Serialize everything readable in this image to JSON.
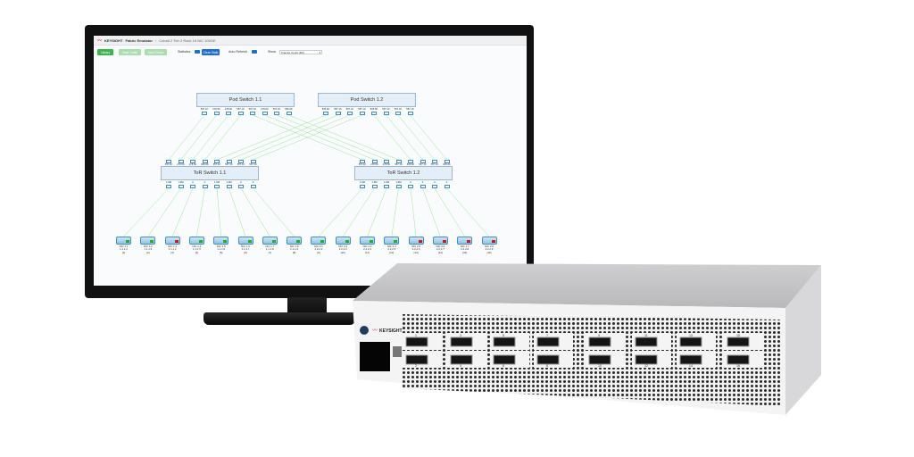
{
  "app": {
    "brand": "KEYSIGHT",
    "title": "Fabric Emulator",
    "breadcrumb": "Cobalt 2 Tier 2 Rack 16 NIC 100GE"
  },
  "toolbar": {
    "library": "Library",
    "start_traffic": "Start Traffic",
    "start_chaos": "Start Chaos",
    "statistics": "Statistics",
    "clear_stats": "Clear Stats",
    "auto_refresh": "Auto Refresh",
    "show": "Show",
    "show_value": "Frames Count (RX)"
  },
  "colors": {
    "accent": "#1e6fd0",
    "ok": "#1fb31f",
    "error": "#e0101a",
    "link": "#9be39b",
    "brand": "#e0102a"
  },
  "pods": [
    {
      "name": "Pod Switch 1.1",
      "ports": [
        "557.1K",
        "278.6K",
        "278.6K",
        "557.1K",
        "557.1K",
        "278.6K",
        "557.1K",
        "835.6K"
      ]
    },
    {
      "name": "Pod Switch 1.2",
      "ports": [
        "835.6K",
        "557.1K",
        "557.1K",
        "557.1K",
        "835.6K",
        "557.1K",
        "557.1K",
        "557.1K"
      ]
    }
  ],
  "tors": [
    {
      "name": "ToR Switch 1.1",
      "up": [
        "557.1K",
        "278.5K",
        "278.5K",
        "835.6K",
        "557.1K",
        "557.1K",
        "557.1K",
        "557.1K"
      ],
      "down": [
        "1.9M",
        "1.9M",
        "0",
        "0",
        "1.9M",
        "1.9M",
        "0",
        "0"
      ]
    },
    {
      "name": "ToR Switch 1.2",
      "up": [
        "557.1K",
        "278.5K",
        "278.5K",
        "557.1K",
        "835.6K",
        "557.1K",
        "557.1K",
        "835.6K"
      ],
      "down": [
        "1.9M",
        "1.9M",
        "1.9M",
        "1.9M",
        "0",
        "0",
        "0",
        "0"
      ]
    }
  ],
  "nics": [
    {
      "name": "NIC 1.1",
      "ip": "1.1.1.2",
      "idx": "[1]",
      "status": "ok"
    },
    {
      "name": "NIC 1.2",
      "ip": "1.1.1.3",
      "idx": "[2]",
      "status": "ok"
    },
    {
      "name": "NIC 1.3",
      "ip": "1.1.1.4",
      "idx": "[3]",
      "status": "error"
    },
    {
      "name": "NIC 1.4",
      "ip": "1.1.1.5",
      "idx": "[4]",
      "status": "ok"
    },
    {
      "name": "NIC 1.5",
      "ip": "1.1.1.6",
      "idx": "[5]",
      "status": "ok"
    },
    {
      "name": "NIC 1.6",
      "ip": "1.1.1.7",
      "idx": "[6]",
      "status": "ok"
    },
    {
      "name": "NIC 1.7",
      "ip": "1.1.1.8",
      "idx": "[7]",
      "status": "ok"
    },
    {
      "name": "NIC 1.8",
      "ip": "1.1.1.9",
      "idx": "[8]",
      "status": "ok"
    },
    {
      "name": "NIC 2.1",
      "ip": "2.2.2.2",
      "idx": "[9]",
      "status": "ok"
    },
    {
      "name": "NIC 2.2",
      "ip": "2.2.2.3",
      "idx": "[10]",
      "status": "ok"
    },
    {
      "name": "NIC 2.3",
      "ip": "2.2.2.4",
      "idx": "[11]",
      "status": "ok"
    },
    {
      "name": "NIC 2.4",
      "ip": "2.2.2.5",
      "idx": "[12]",
      "status": "ok"
    },
    {
      "name": "NIC 2.5",
      "ip": "2.2.2.6",
      "idx": "[13]",
      "status": "error"
    },
    {
      "name": "NIC 2.6",
      "ip": "2.2.2.7",
      "idx": "[14]",
      "status": "error"
    },
    {
      "name": "NIC 2.7",
      "ip": "2.2.2.8",
      "idx": "[15]",
      "status": "error"
    },
    {
      "name": "NIC 2.8",
      "ip": "2.2.2.9",
      "idx": "[16]",
      "status": "error"
    }
  ],
  "device": {
    "brand": "KEYSIGHT",
    "port_numbers": [
      "1",
      "2",
      "3",
      "4",
      "5",
      "6",
      "7",
      "8",
      "9",
      "10",
      "11",
      "12",
      "13",
      "14",
      "15",
      "16"
    ]
  }
}
